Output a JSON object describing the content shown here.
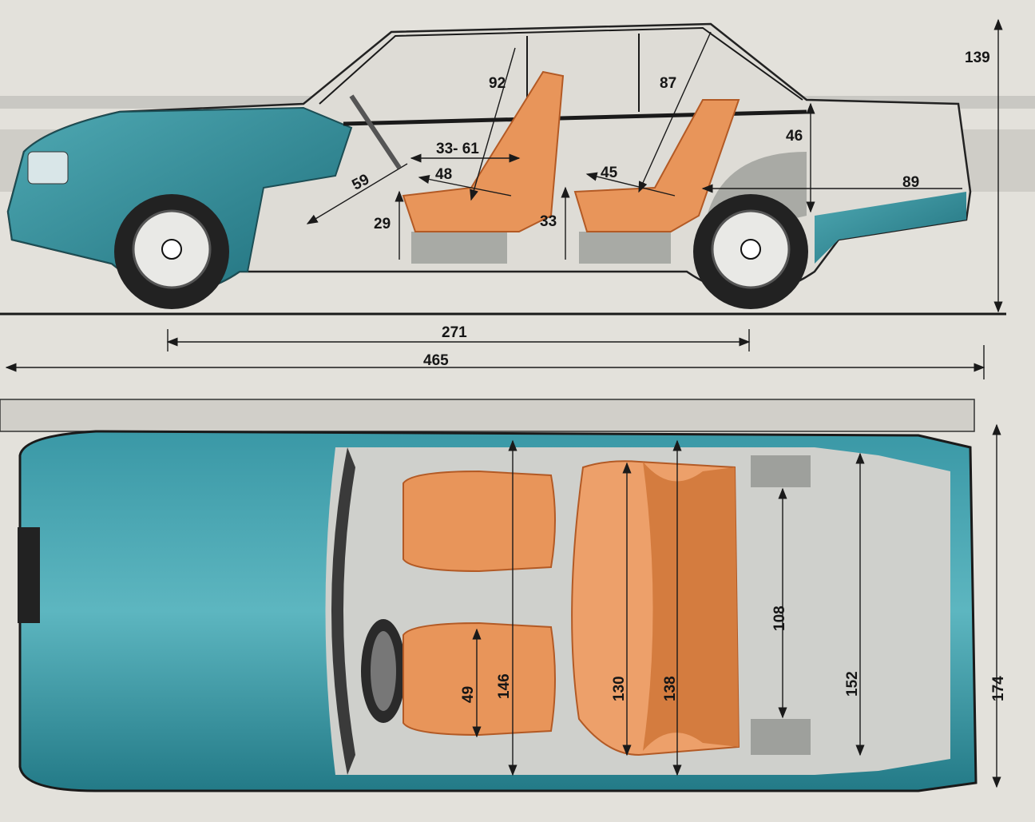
{
  "side_view": {
    "labels": {
      "height_total": "139",
      "front_headroom": "92",
      "rear_headroom": "87",
      "trunk_height": "46",
      "front_leg_range": "33- 61",
      "pedal_to_seat": "59",
      "front_seat_depth": "48",
      "rear_seat_depth": "45",
      "trunk_length": "89",
      "front_seat_height": "29",
      "rear_seat_height": "33"
    },
    "wheelbase": "271",
    "length": "465"
  },
  "top_view": {
    "labels": {
      "front_shoulder_width": "146",
      "front_seat_width": "49",
      "rear_seat_width": "130",
      "rear_shoulder_width": "138",
      "trunk_width_inner": "108",
      "trunk_width": "152",
      "width_total": "174"
    }
  },
  "colors": {
    "body_teal": "#2f8a97",
    "seat_orange": "#e8955a",
    "interior_grey": "#b9bab6",
    "paper": "#e3e1db"
  }
}
